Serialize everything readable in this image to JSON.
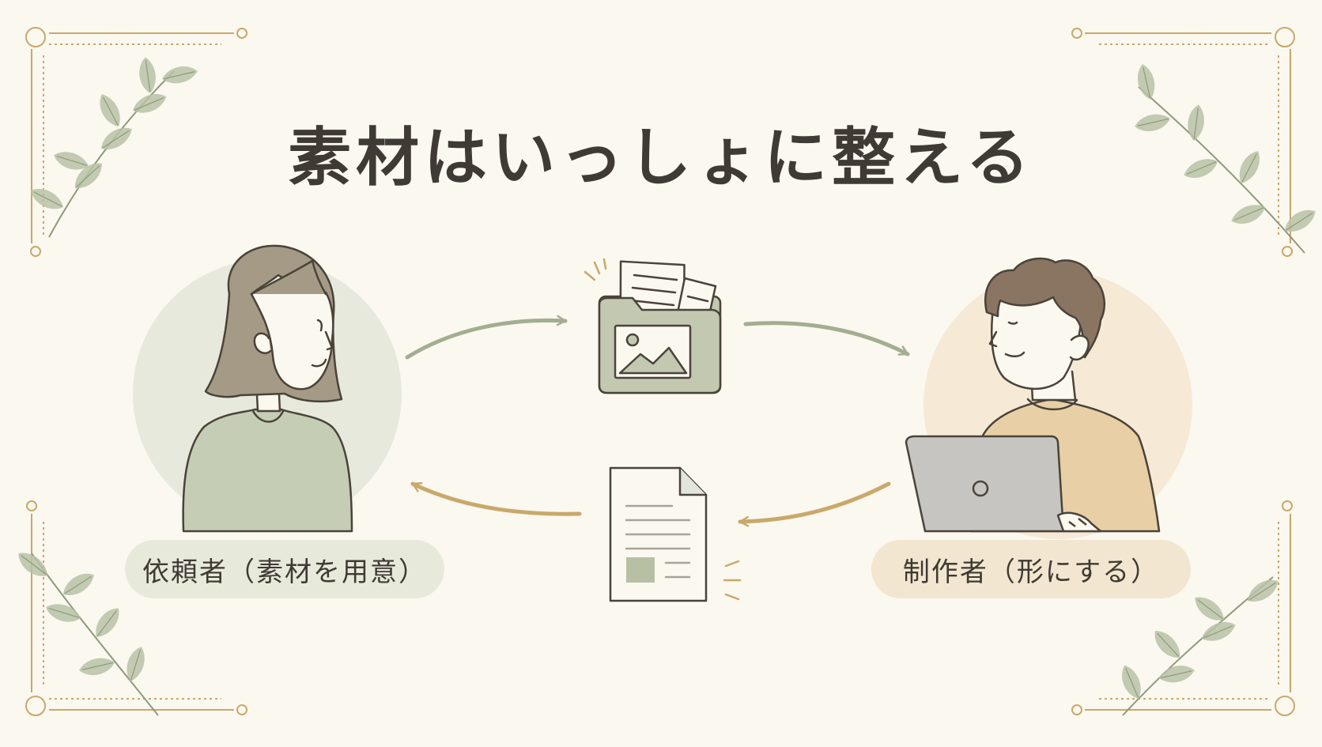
{
  "title": "素材はいっしょに整える",
  "roles": {
    "requester": {
      "label": "依頼者（素材を用意）"
    },
    "creator": {
      "label": "制作者（形にする）"
    }
  },
  "colors": {
    "background": "#FBF8F0",
    "sage": "#A3AE90",
    "gold": "#C9A86A",
    "text": "#3F3A33",
    "requester_circle": "#E6E9DB",
    "creator_circle": "#F6EAD6"
  },
  "icons": {
    "folder": "folder-with-image-icon",
    "document": "document-icon",
    "laptop": "laptop-icon",
    "leaf": "leaf-branch-icon"
  }
}
